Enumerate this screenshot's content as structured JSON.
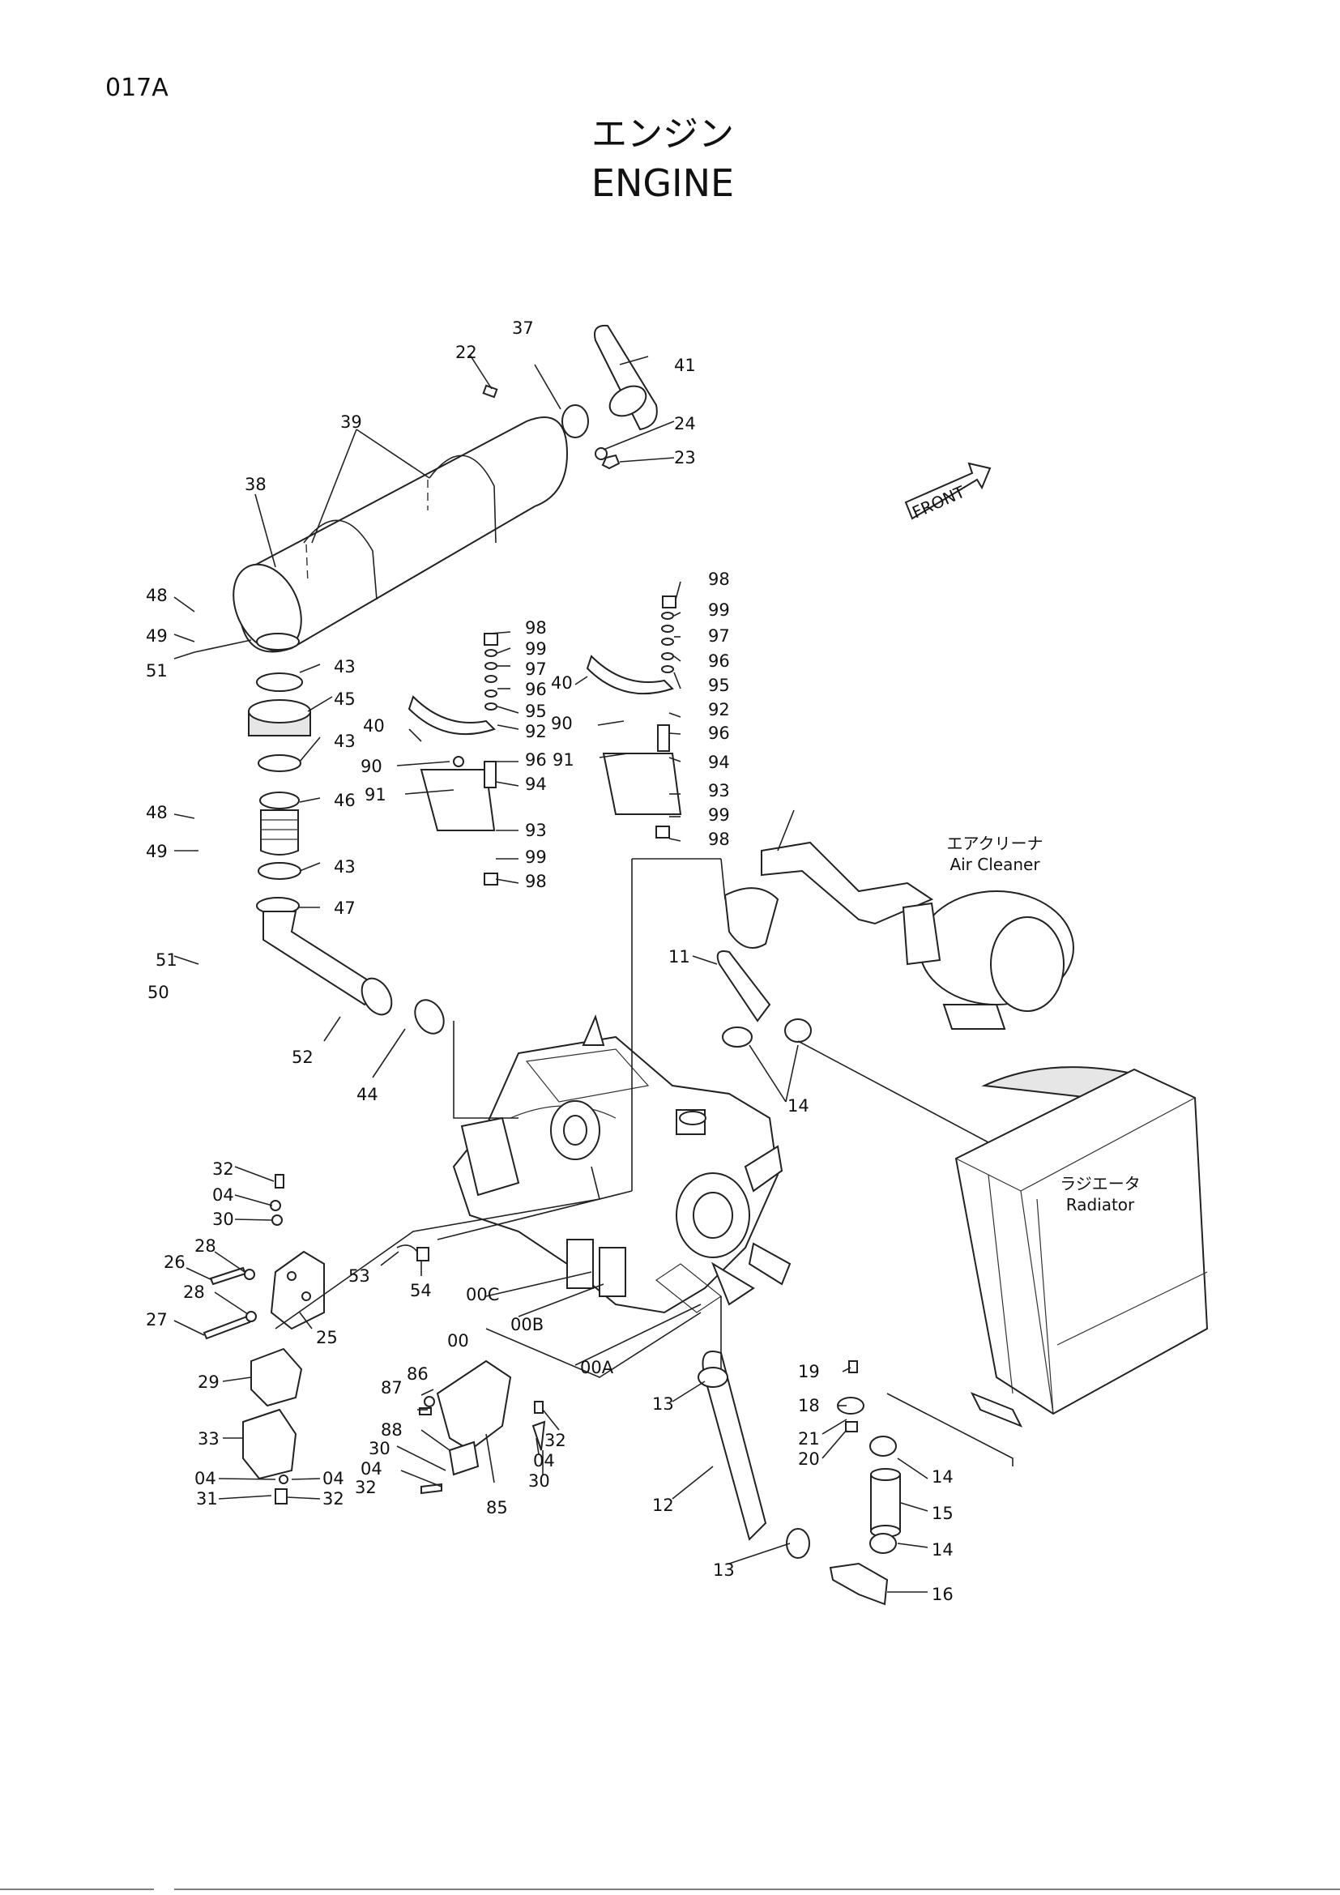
{
  "page_code": "017A",
  "title_jp": "エンジン",
  "title_en": "ENGINE",
  "front_label": "FRONT",
  "air_cleaner": {
    "jp": "エアクリーナ",
    "en": "Air Cleaner"
  },
  "radiator": {
    "jp": "ラジエータ",
    "en": "Radiator"
  },
  "part_labels": [
    "37",
    "22",
    "41",
    "39",
    "24",
    "23",
    "38",
    "48",
    "49",
    "51",
    "43",
    "45",
    "43",
    "46",
    "48",
    "49",
    "43",
    "47",
    "51",
    "50",
    "52",
    "44",
    "98",
    "99",
    "97",
    "96",
    "95",
    "40",
    "92",
    "96",
    "90",
    "91",
    "94",
    "93",
    "99",
    "98",
    "98",
    "99",
    "97",
    "96",
    "95",
    "92",
    "96",
    "40",
    "90",
    "91",
    "94",
    "93",
    "99",
    "98",
    "11",
    "14",
    "32",
    "04",
    "30",
    "28",
    "26",
    "28",
    "27",
    "25",
    "29",
    "33",
    "04",
    "31",
    "04",
    "32",
    "53",
    "54",
    "00C",
    "00B",
    "00",
    "00A",
    "87",
    "86",
    "88",
    "30",
    "04",
    "32",
    "85",
    "32",
    "04",
    "30",
    "19",
    "18",
    "21",
    "20",
    "13",
    "12",
    "13",
    "14",
    "15",
    "14",
    "16"
  ]
}
